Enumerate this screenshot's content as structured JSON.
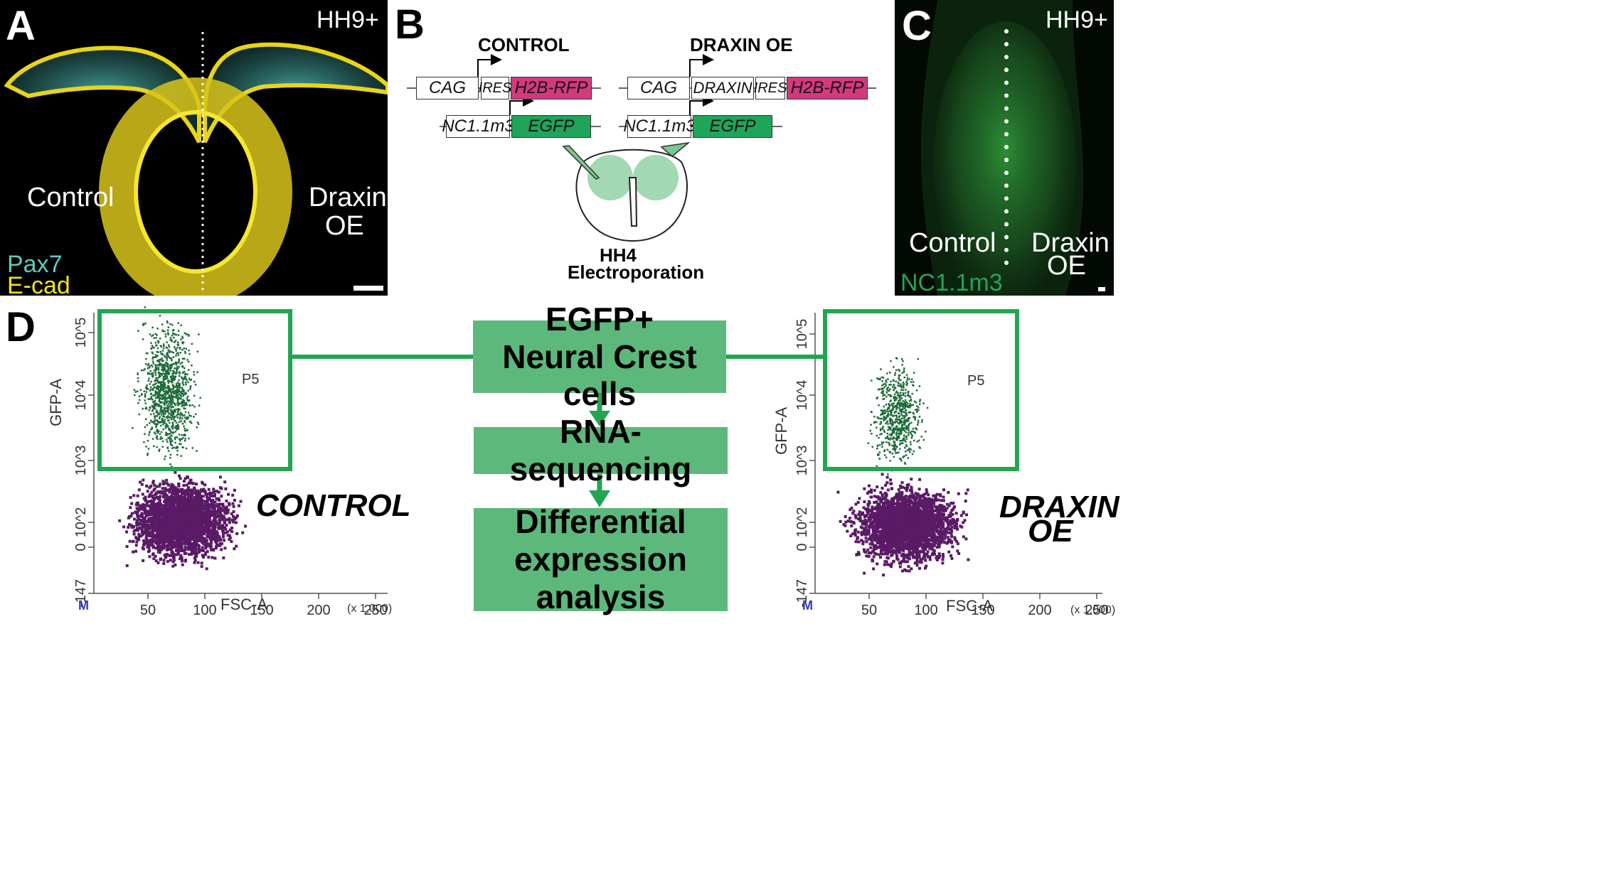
{
  "panels": {
    "a": {
      "letter": "A",
      "stage": "HH9+",
      "left_label": "Control",
      "right_label_1": "Draxin",
      "right_label_2": "OE",
      "stain_1": "Pax7",
      "stain_2": "E-cad"
    },
    "b": {
      "letter": "B",
      "control_title": "CONTROL",
      "draxin_title": "DRAXIN OE",
      "control_row1": [
        "CAG",
        "IRES",
        "H2B-RFP"
      ],
      "control_row2": [
        "NC1.1m3",
        "EGFP"
      ],
      "draxin_row1": [
        "CAG",
        "DRAXIN",
        "IRES",
        "H2B-RFP"
      ],
      "draxin_row2": [
        "NC1.1m3",
        "EGFP"
      ],
      "stage": "HH4",
      "method": "Electroporation"
    },
    "c": {
      "letter": "C",
      "stage": "HH9+",
      "left_label": "Control",
      "right_label_1": "Draxin",
      "right_label_2": "OE",
      "reporter": "NC1.1m3"
    },
    "d": {
      "letter": "D"
    }
  },
  "flow": {
    "box1_line1": "EGFP+",
    "box1_line2": "Neural Crest cells",
    "box2": "RNA-sequencing",
    "box3_line1": "Differential",
    "box3_line2": "expression",
    "box3_line3": "analysis"
  },
  "flow_plots": [
    {
      "condition": "CONTROL",
      "gate": "P5",
      "ylabel": "GFP-A",
      "xlabel": "FSC-A",
      "xscale": "(x 1,000)",
      "corner": "M",
      "yticks": [
        "10^5",
        "10^4",
        "10^3",
        "10^2",
        "0",
        "-147"
      ],
      "xticks": [
        "50",
        "100",
        "150",
        "200",
        "250"
      ]
    },
    {
      "condition_1": "DRAXIN",
      "condition_2": "OE",
      "gate": "P5",
      "ylabel": "GFP-A",
      "xlabel": "FSC-A",
      "xscale": "(x 1,000)",
      "corner": "M",
      "yticks": [
        "10^5",
        "10^4",
        "10^3",
        "10^2",
        "0",
        "-147"
      ],
      "xticks": [
        "50",
        "100",
        "150",
        "200",
        "250"
      ]
    }
  ],
  "colors": {
    "egfp_green": "#1fa55a",
    "rfp_magenta": "#d33a7d",
    "flow_green": "#5db87c",
    "gate_green": "#22a552",
    "pax7_cyan": "#5fc8c0",
    "ecad_yellow": "#f2e21c",
    "purple_cells": "#5a1a66",
    "green_cells": "#1e6b3a"
  }
}
